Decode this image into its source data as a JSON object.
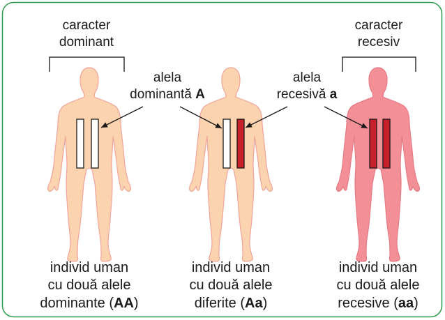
{
  "header_labels": {
    "dominant": [
      "caracter",
      "dominant"
    ],
    "recessive": [
      "caracter",
      "recesiv"
    ]
  },
  "allele_labels": {
    "dominant": {
      "line1": "alela",
      "line2": "dominantă",
      "symbol": "A"
    },
    "recessive": {
      "line1": "alela",
      "line2": "recesivă",
      "symbol": "a"
    }
  },
  "individuals": [
    {
      "line1": "individ uman",
      "line2": "cu două alele",
      "line3_prefix": "dominante (",
      "genotype": "AA",
      "line3_suffix": ")",
      "phenotype": "dominant",
      "alleles": [
        "A",
        "A"
      ]
    },
    {
      "line1": "individ uman",
      "line2": "cu două alele",
      "line3_prefix": "diferite (",
      "genotype": "Aa",
      "line3_suffix": ")",
      "phenotype": "dominant",
      "alleles": [
        "A",
        "a"
      ]
    },
    {
      "line1": "individ uman",
      "line2": "cu două alele",
      "line3_prefix": "recesive (",
      "genotype": "aa",
      "line3_suffix": ")",
      "phenotype": "recessive",
      "alleles": [
        "a",
        "a"
      ]
    }
  ],
  "colors": {
    "frame": "#2e9a4a",
    "body_dominant_fill": "#fbd3ae",
    "body_dominant_stroke": "#f0a49c",
    "body_recessive_fill": "#f28f97",
    "body_recessive_stroke": "#e77a84",
    "allele_dominant": "#ffffff",
    "allele_recessive": "#c8202a",
    "bracket": "#333333",
    "arrow": "#1a1a1a"
  }
}
